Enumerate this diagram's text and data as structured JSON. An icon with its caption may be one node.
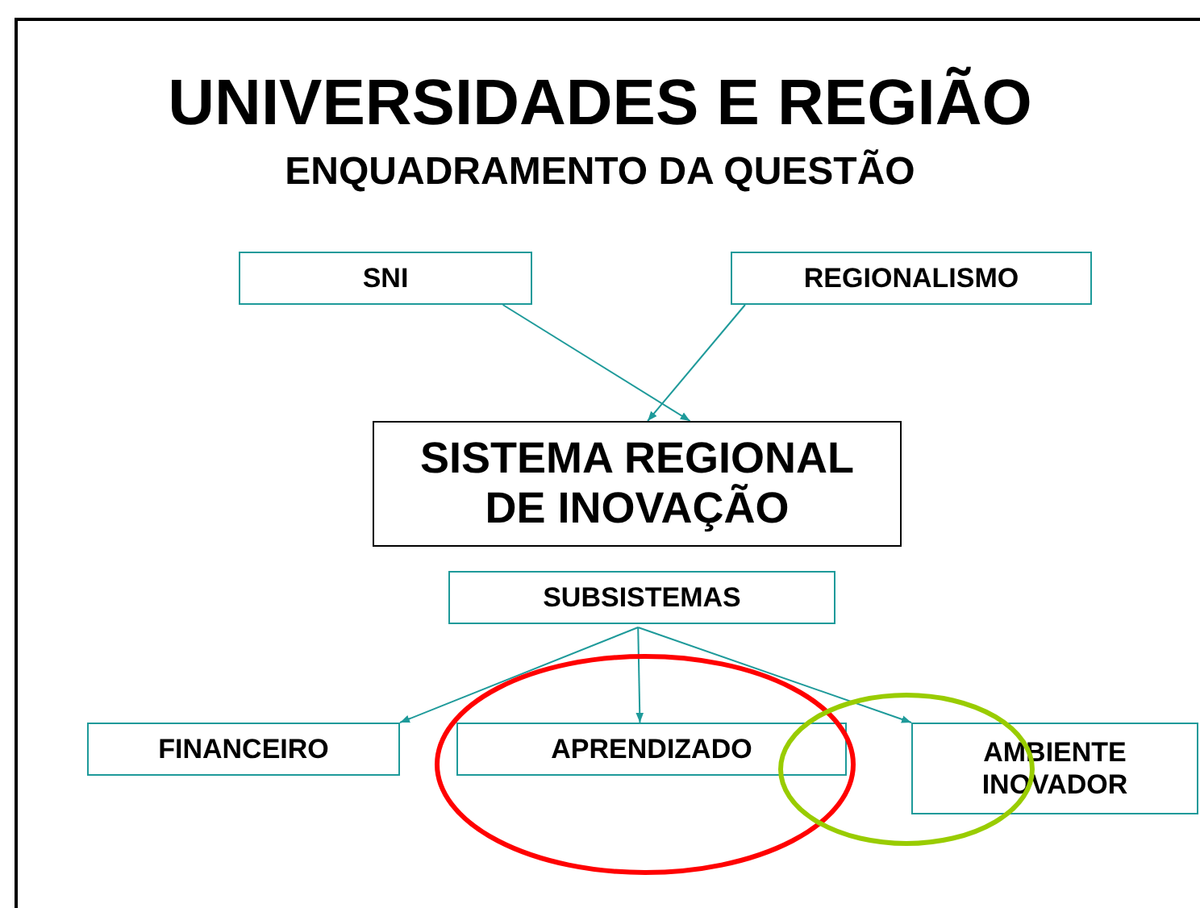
{
  "diagram": {
    "title": "UNIVERSIDADES E REGIÃO",
    "nodes": [
      {
        "text": [
          "SNI"
        ]
      },
      {
        "text": [
          "REGIONALISMO"
        ]
      },
      {
        "text": [
          "SISTEMA REGIONAL DE INOVAÇÃO"
        ]
      },
      {
        "text": [
          "SUBSISTEMAS"
        ]
      },
      {
        "text": [
          "FINANCEIRO"
        ]
      },
      {
        "text": [
          "APRENDIZADO"
        ]
      },
      {
        "text": [
          "AMBIENTE INOVADOR"
        ]
      }
    ],
    "edges": [
      {
        "from": 0,
        "to": 2,
        "arrow": "to"
      },
      {
        "from": 1,
        "to": 2,
        "arrow": "to"
      },
      {
        "from": 3,
        "to": 4,
        "arrow": "to"
      },
      {
        "from": 3,
        "to": 5,
        "arrow": "to"
      },
      {
        "from": 3,
        "to": 6,
        "arrow": "to"
      }
    ],
    "labels": [
      "ENQUADRAMENTO DA QUESTÃO"
    ]
  }
}
